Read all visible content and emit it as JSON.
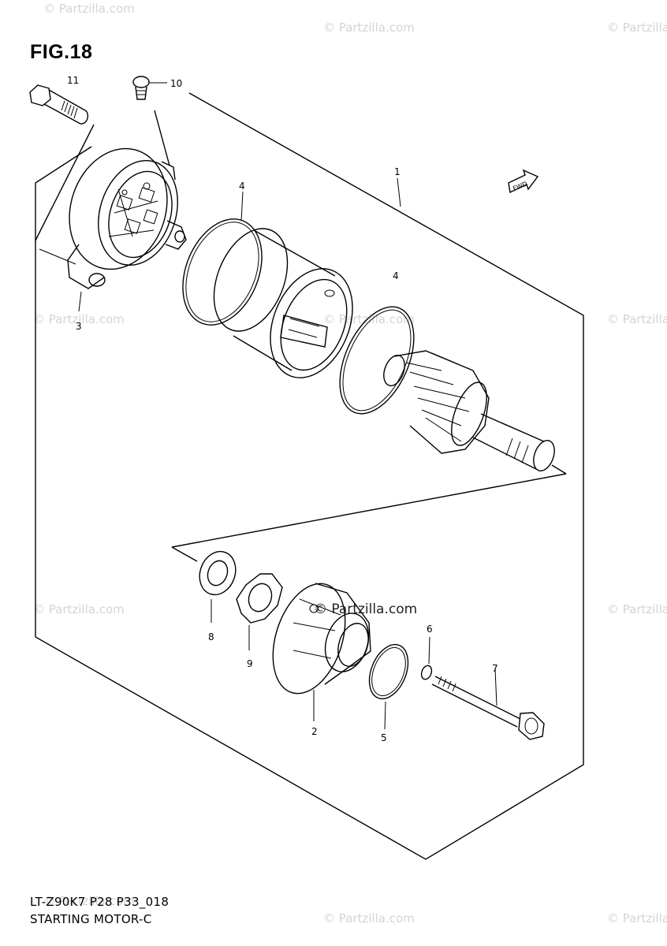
{
  "figure": {
    "title": "FIG.18",
    "code": "LT-Z90K7 P28 P33_018",
    "name": "STARTING MOTOR-C"
  },
  "watermark": {
    "text": "© Partzilla.com",
    "center_text": "© Partzilla.com"
  },
  "callouts": {
    "c1": "1",
    "c2": "2",
    "c3": "3",
    "c4a": "4",
    "c4b": "4",
    "c5": "5",
    "c6": "6",
    "c7": "7",
    "c8": "8",
    "c9": "9",
    "c10": "10",
    "c11": "11"
  },
  "fwd_label": "FWD"
}
